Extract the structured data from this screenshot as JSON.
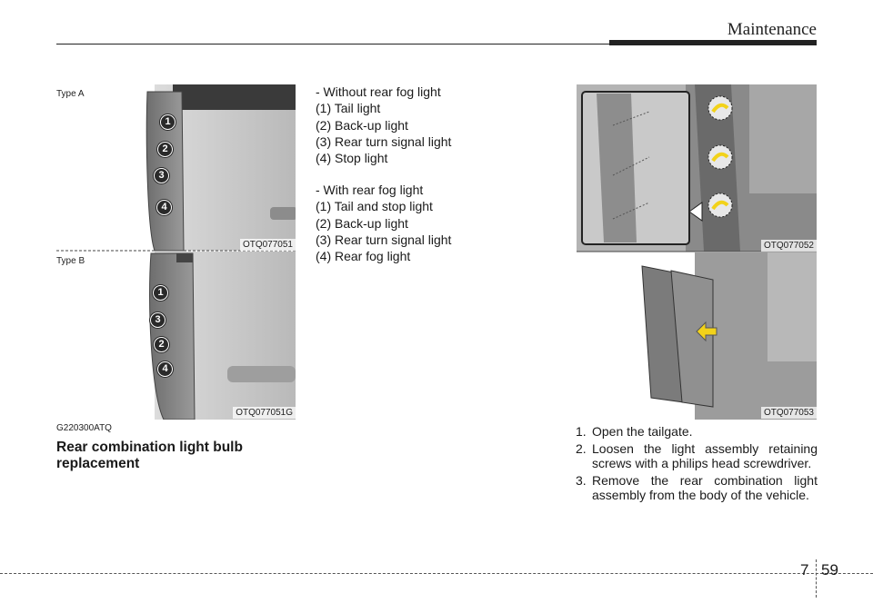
{
  "header": {
    "section_title": "Maintenance"
  },
  "figure_left": {
    "type_a_label": "Type A",
    "type_a_code": "OTQ077051",
    "type_a_numbers": [
      "1",
      "2",
      "3",
      "4"
    ],
    "type_b_label": "Type B",
    "type_b_code": "OTQ077051G",
    "type_b_numbers": [
      "1",
      "3",
      "2",
      "4"
    ]
  },
  "figure_right": {
    "top_code": "OTQ077052",
    "bottom_code": "OTQ077053"
  },
  "bulb_lists": {
    "without_fog": {
      "title": "- Without rear fog light",
      "items": [
        "(1) Tail light",
        "(2) Back-up light",
        "(3) Rear turn signal light",
        "(4) Stop light"
      ]
    },
    "with_fog": {
      "title": "- With rear fog light",
      "items": [
        "(1) Tail and stop light",
        "(2) Back-up light",
        "(3) Rear turn signal light",
        "(4) Rear fog light"
      ]
    }
  },
  "section": {
    "code": "G220300ATQ",
    "heading_line1": "Rear combination light bulb",
    "heading_line2": "replacement"
  },
  "steps": [
    {
      "num": "1.",
      "text": "Open the tailgate."
    },
    {
      "num": "2.",
      "text": "Loosen the light assembly retaining screws with a philips head screwdriver."
    },
    {
      "num": "3.",
      "text": "Remove the rear combination light assembly from the body of the vehicle."
    }
  ],
  "footer": {
    "chapter": "7",
    "page": "59"
  },
  "colors": {
    "ink": "#1a1a1a",
    "photo_gray": "#c8c8c8",
    "highlight_yellow": "#f2d21a"
  }
}
